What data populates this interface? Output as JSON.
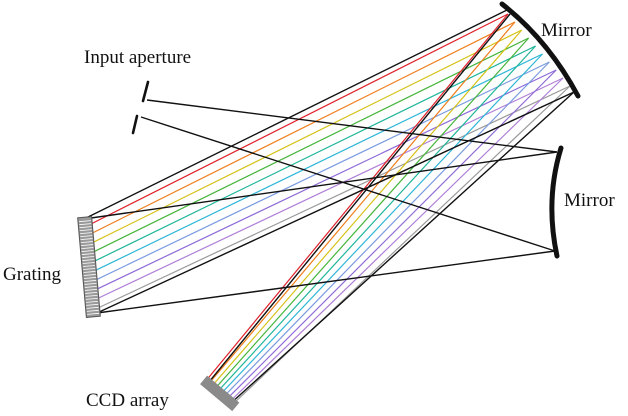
{
  "labels": {
    "mirror_top": "Mirror",
    "input_aperture": "Input aperture",
    "mirror_right": "Mirror",
    "grating": "Grating",
    "ccd_array": "CCD array"
  },
  "components": {
    "mirror_top": "curved-mirror",
    "mirror_right": "curved-mirror",
    "grating": "diffraction-grating",
    "ccd_array": "detector-array",
    "input_aperture": "slit"
  },
  "colors": {
    "frame": "#111111",
    "grating_body": "#9a9a9a",
    "ccd_body": "#8a8a8a",
    "spectrum": [
      "#e0202a",
      "#ef7d1a",
      "#d6c21a",
      "#46b53a",
      "#1fb59a",
      "#2fb6d8",
      "#7a9be0",
      "#8e6ad8",
      "#b080d8",
      "#9a9a9a"
    ]
  }
}
